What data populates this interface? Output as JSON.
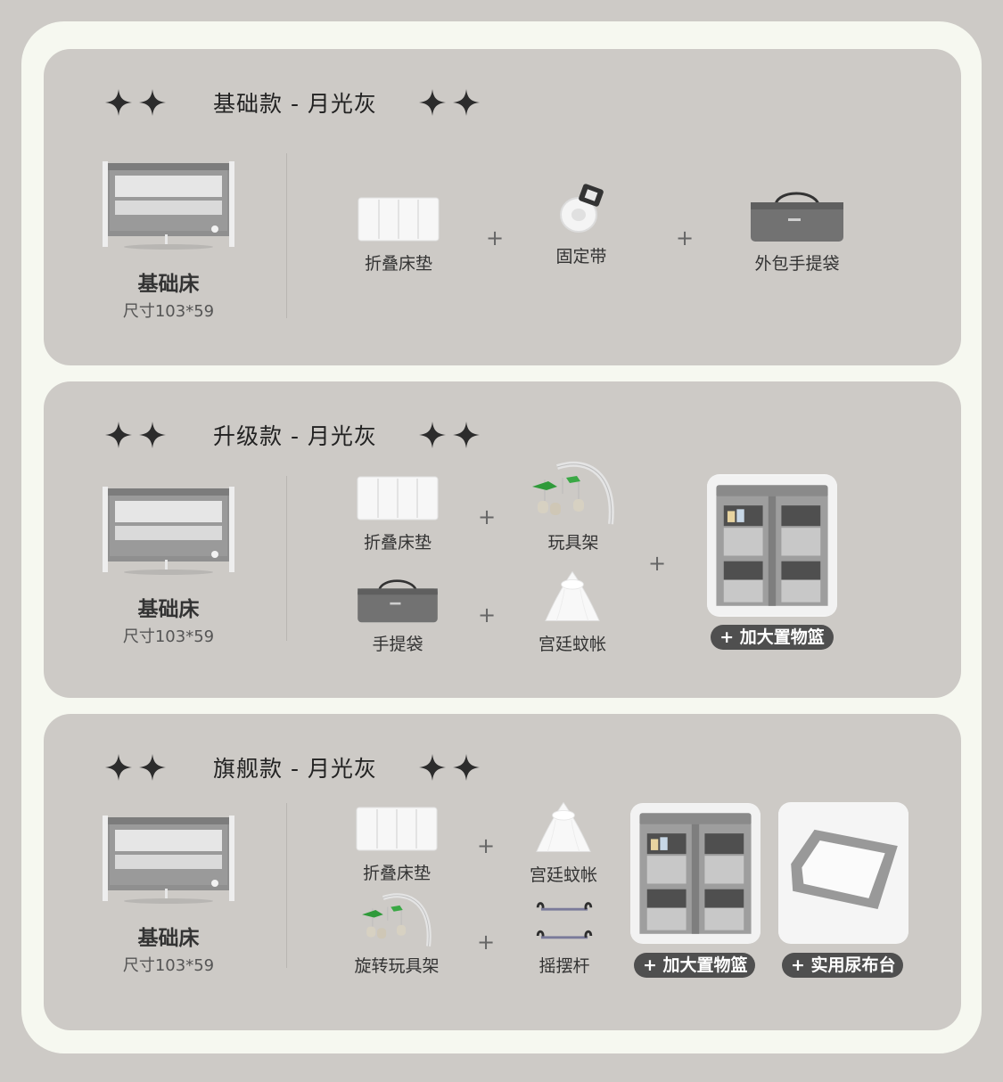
{
  "colors": {
    "page_bg": "#cdcac6",
    "frame_bg": "#f6f8f0",
    "panel_bg": "#cdcac6",
    "badge_bg": "#4f4f4f",
    "mesh_gray": "#8d8d8d"
  },
  "icons": {
    "sparkle": "sparkle-icon",
    "plus": "plus-sign"
  },
  "plus_sign": "+",
  "tiers": [
    {
      "title": "基础款 - 月光灰",
      "bed": {
        "name": "基础床",
        "size": "尺寸103*59"
      },
      "items": [
        "折叠床垫",
        "固定带",
        "外包手提袋"
      ]
    },
    {
      "title": "升级款 - 月光灰",
      "bed": {
        "name": "基础床",
        "size": "尺寸103*59"
      },
      "items": [
        "折叠床垫",
        "玩具架",
        "手提袋",
        "宫廷蚊帐"
      ],
      "extras": [
        "+ 加大置物篮"
      ]
    },
    {
      "title": "旗舰款 - 月光灰",
      "bed": {
        "name": "基础床",
        "size": "尺寸103*59"
      },
      "items": [
        "折叠床垫",
        "宫廷蚊帐",
        "旋转玩具架",
        "摇摆杆"
      ],
      "extras": [
        "+ 加大置物篮",
        "+ 实用尿布台"
      ]
    }
  ]
}
